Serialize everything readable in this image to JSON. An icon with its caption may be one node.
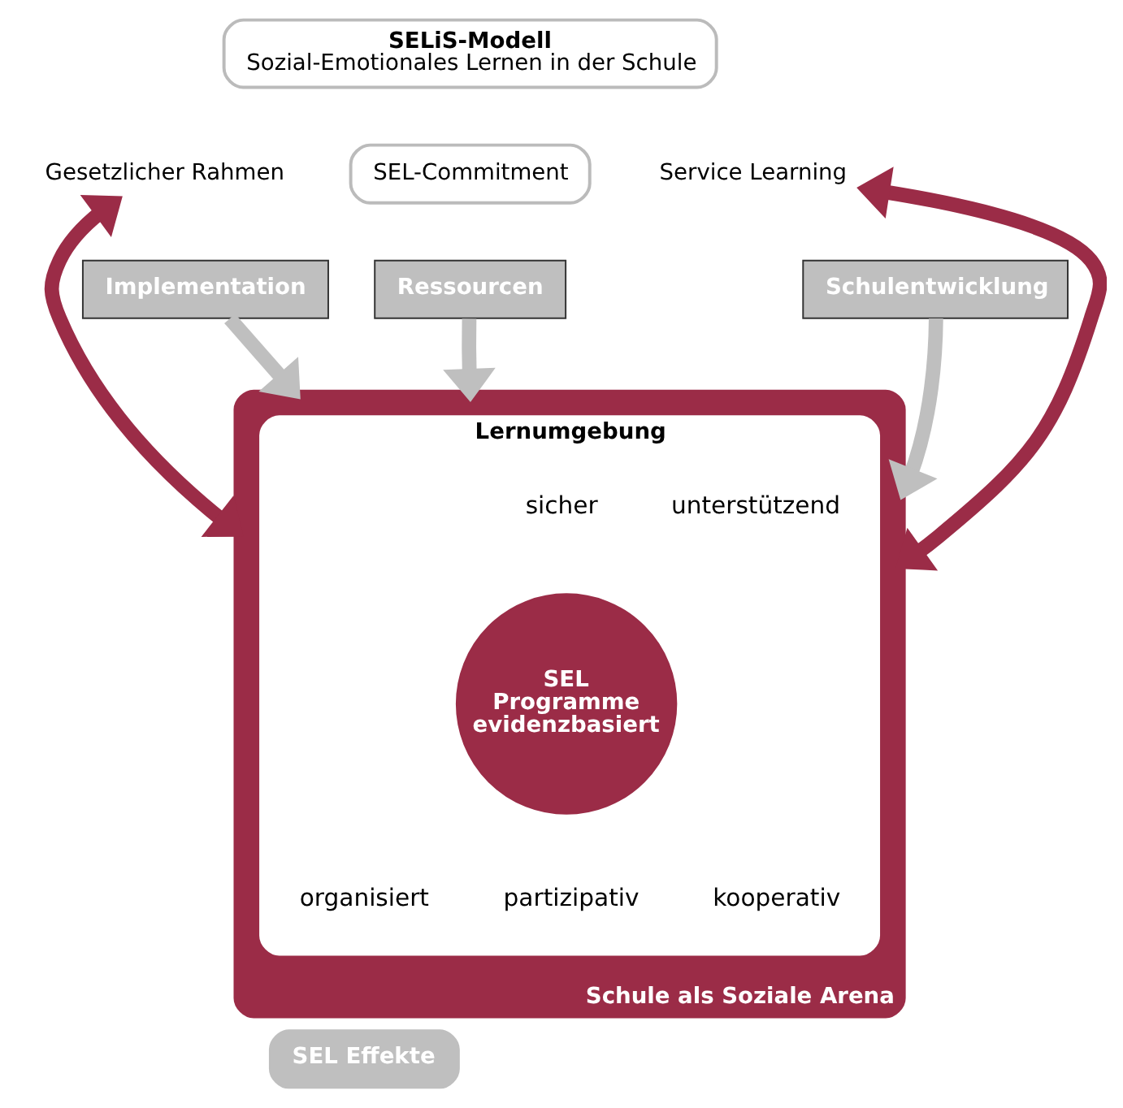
{
  "diagram": {
    "nodes": [
      {
        "text": [
          "SELiS-Modell",
          "Sozial-Emotionales Lernen in der Schule"
        ]
      },
      {
        "text": [
          "Gesetzlicher Rahmen"
        ]
      },
      {
        "text": [
          "Service Learning"
        ]
      },
      {
        "text": [
          "SEL-Commitment"
        ]
      },
      {
        "text": [
          "Implementation"
        ]
      },
      {
        "text": [
          "Ressourcen"
        ]
      },
      {
        "text": [
          "Schulentwicklung"
        ]
      },
      {
        "text": [
          "Schule als Soziale Arena"
        ]
      },
      {
        "text": [
          "Lernumgebung"
        ],
        "in": 7
      },
      {
        "text": [
          "SEL Programme evidenzbasiert"
        ],
        "in": 8
      },
      {
        "text": [
          "SEL Effekte"
        ]
      }
    ],
    "edges": [
      {
        "from": 1,
        "to": 7,
        "arrow": "both",
        "color": "#9b2c47"
      },
      {
        "from": 2,
        "to": 7,
        "arrow": "both",
        "color": "#9b2c47"
      },
      {
        "from": 4,
        "to": 7,
        "arrow": "to",
        "color": "#bfbfbf"
      },
      {
        "from": 5,
        "to": 7,
        "arrow": "to",
        "color": "#bfbfbf"
      },
      {
        "from": 6,
        "to": 7,
        "arrow": "to",
        "color": "#bfbfbf"
      }
    ],
    "labels": [
      "sicher",
      "unterstützend",
      "organisiert",
      "partizipativ",
      "kooperativ"
    ]
  }
}
